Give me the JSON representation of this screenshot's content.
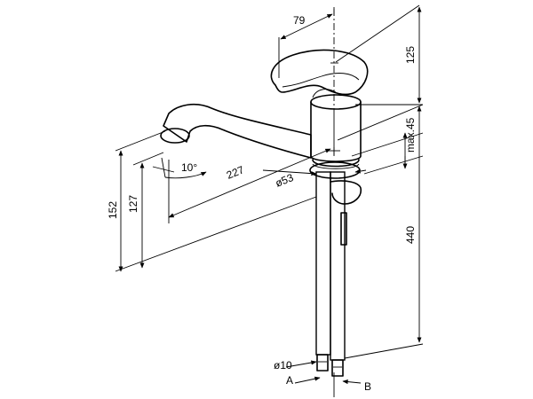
{
  "dimensions": {
    "handle_offset": "79",
    "top_height": "125",
    "max_deck": "max.45",
    "hose_length": "440",
    "spout_reach": "227",
    "deck_diameter": "ø53",
    "spout_angle": "10°",
    "total_height": "152",
    "outlet_height": "127",
    "hose_diameter": "ø10",
    "label_a": "A",
    "label_b": "B"
  },
  "colors": {
    "line": "#000000",
    "background": "#ffffff"
  }
}
